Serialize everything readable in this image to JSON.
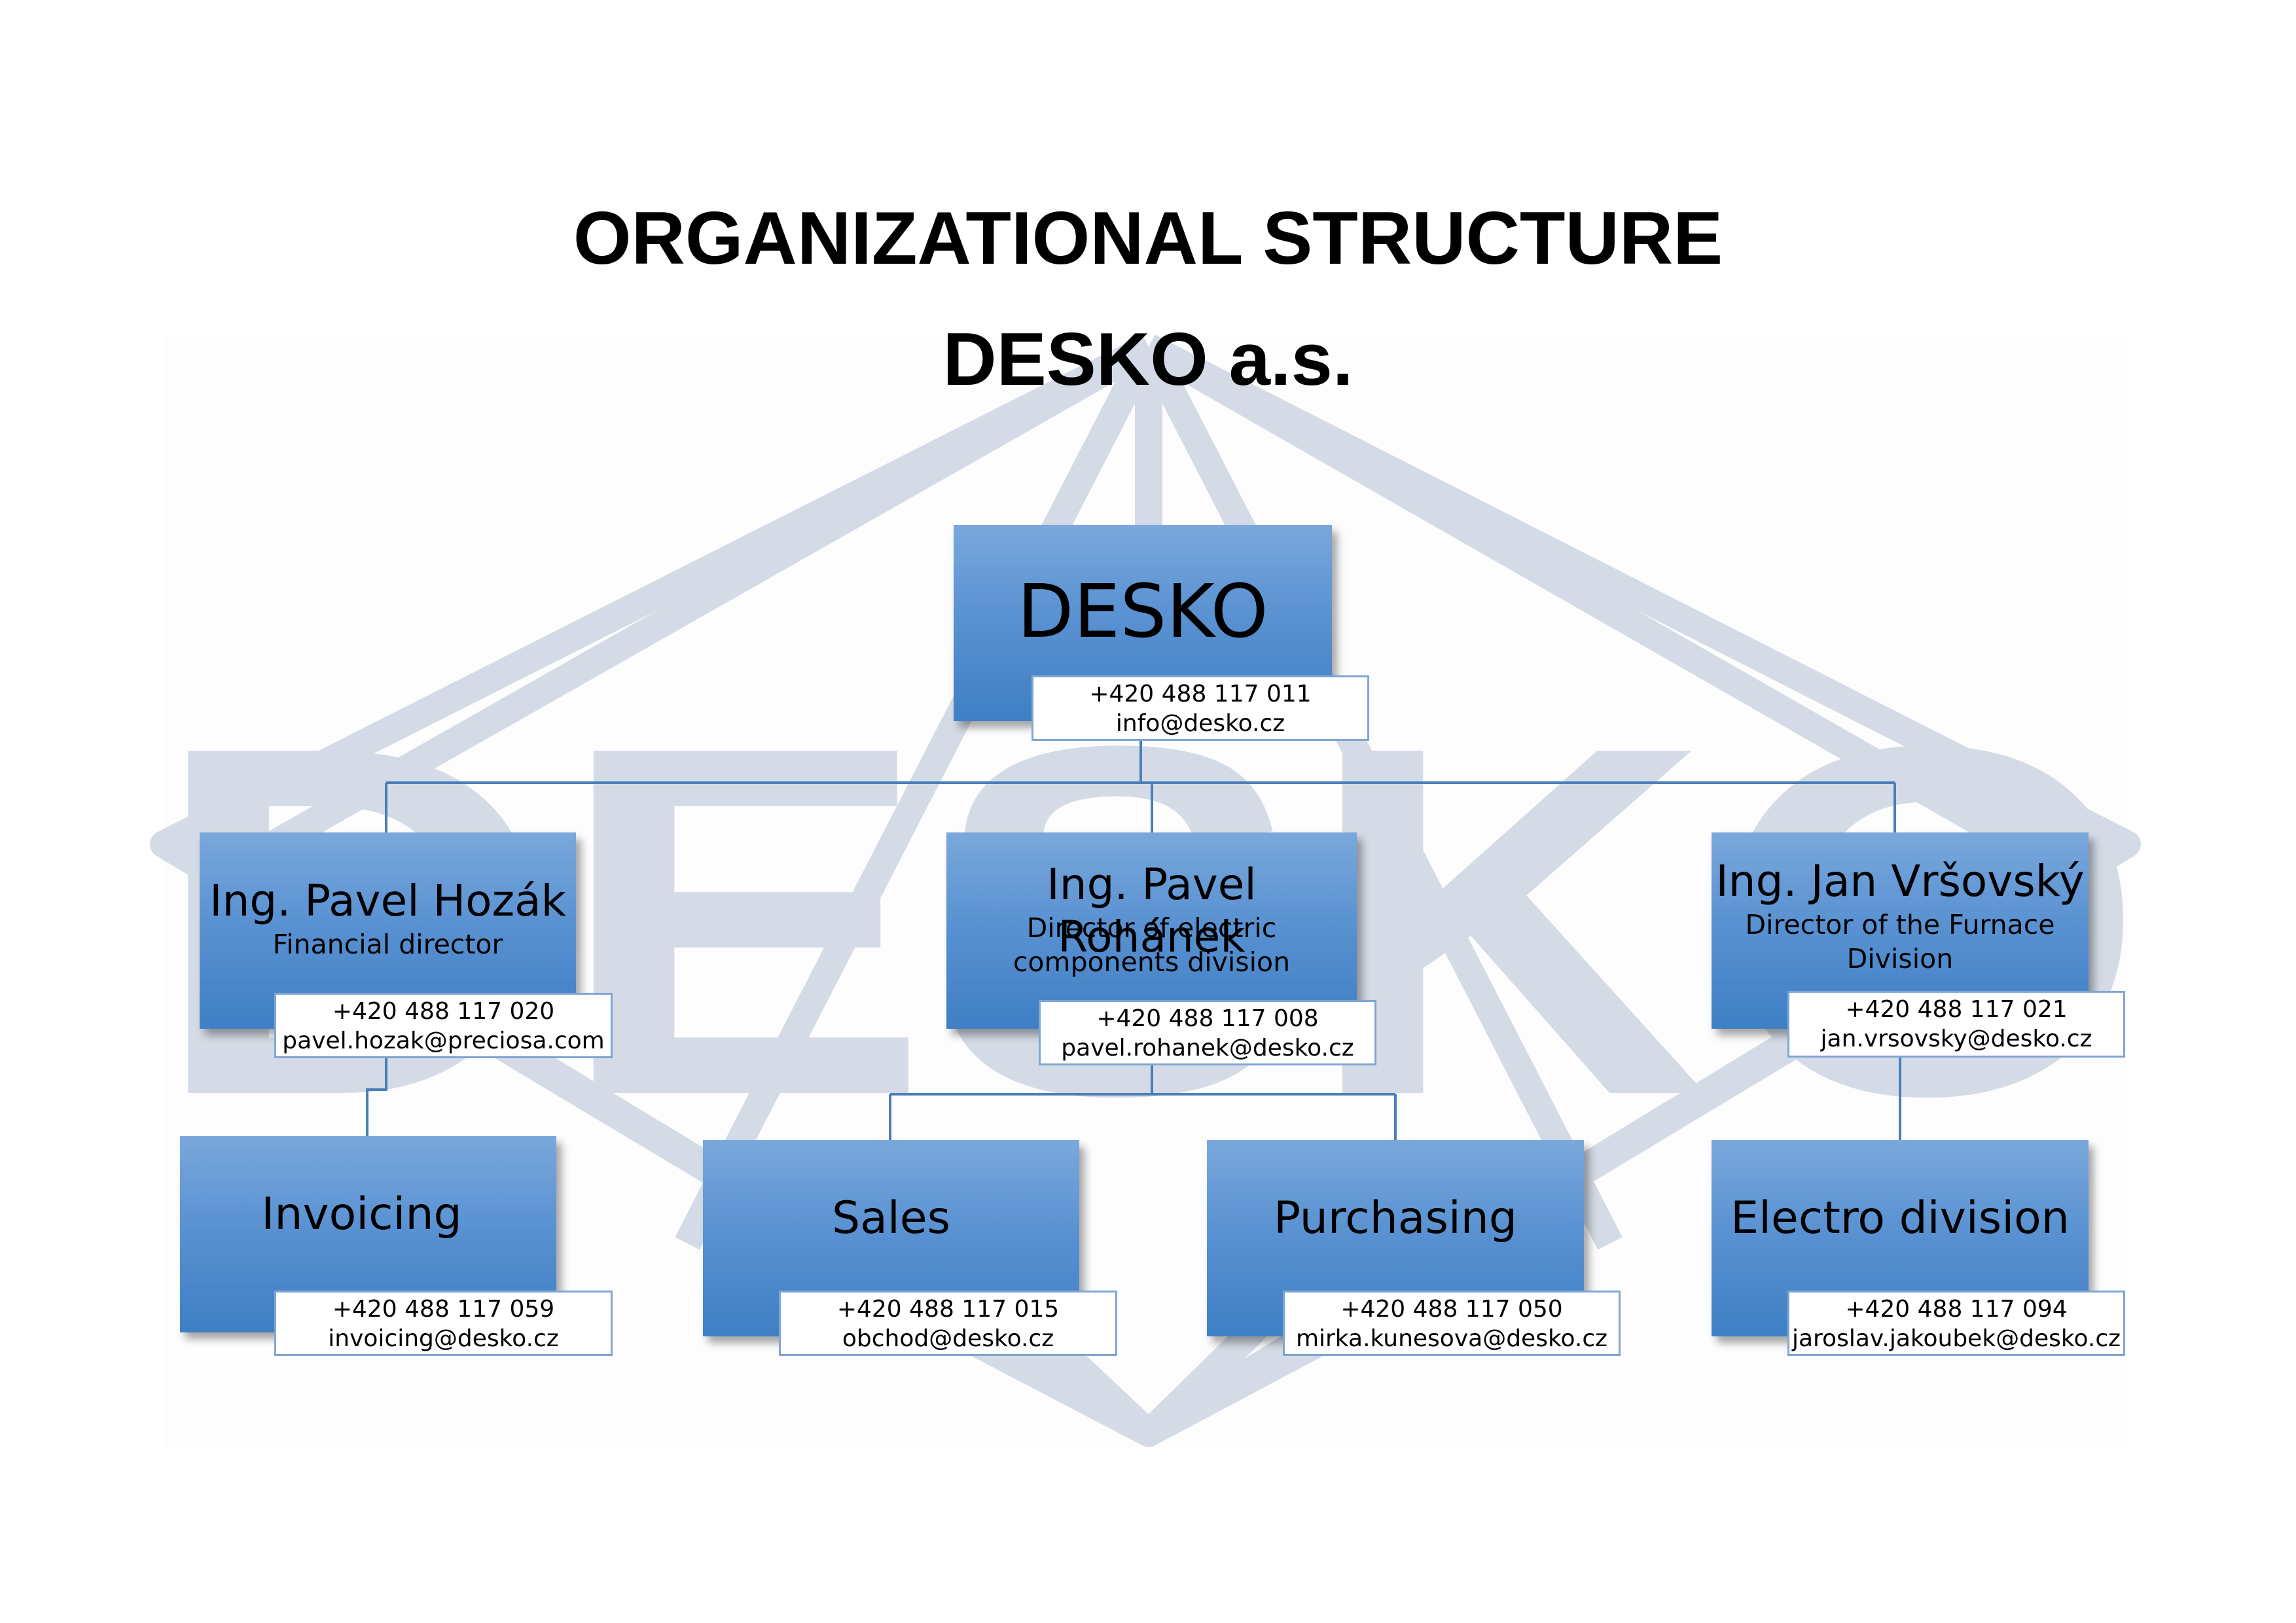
{
  "title_line1": "ORGANIZATIONAL STRUCTURE",
  "title_line2": "DESKO a.s.",
  "watermark_text": "DESKO",
  "colors": {
    "node_top": "#7aa8dc",
    "node_bottom": "#3f7fc4",
    "connector": "#4a7fb8",
    "contact_border": "#7fa6d2",
    "watermark": "#d4dbe6"
  },
  "root": {
    "name": "DESKO a.s.",
    "phone": "+420 488 117 011",
    "email": "info@desko.cz"
  },
  "directors": [
    {
      "name": "Ing. Pavel Hozák",
      "role": "Financial director",
      "phone": "+420 488 117 020",
      "email": "pavel.hozak@preciosa.com"
    },
    {
      "name": "Ing. Pavel Rohánek",
      "role": "Director of electric components division",
      "phone": "+420 488 117 008",
      "email": "pavel.rohanek@desko.cz"
    },
    {
      "name": "Ing. Jan Vršovský",
      "role": "Director of the Furnace Division",
      "phone": "+420 488 117 021",
      "email": "jan.vrsovsky@desko.cz"
    }
  ],
  "departments": [
    {
      "name": "Invoicing",
      "phone": "+420 488 117 059",
      "email": "invoicing@desko.cz"
    },
    {
      "name": "Sales",
      "phone": "+420 488 117 015",
      "email": "obchod@desko.cz"
    },
    {
      "name": "Purchasing",
      "phone": "+420 488 117 050",
      "email": "mirka.kunesova@desko.cz"
    },
    {
      "name": "Electro division",
      "phone": "+420 488 117 094",
      "email": "jaroslav.jakoubek@desko.cz"
    }
  ]
}
